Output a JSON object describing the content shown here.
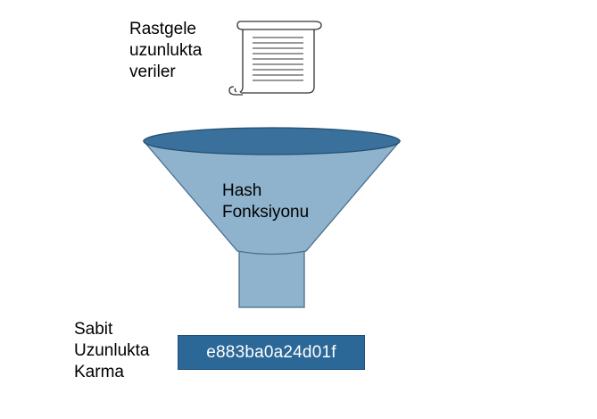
{
  "input": {
    "label_lines": [
      "Rastgele",
      "uzunlukta",
      "veriler"
    ],
    "icon": "scroll-icon"
  },
  "funnel": {
    "label_lines": [
      "Hash",
      "Fonksiyonu"
    ],
    "body_color": "#8fb3cd",
    "rim_color": "#39709c",
    "outline_color": "#4a6f8d"
  },
  "output": {
    "label_lines": [
      "Sabit",
      "Uzunlukta",
      "Karma"
    ],
    "hash_value": "e883ba0a24d01f",
    "box_color": "#2b6797"
  }
}
